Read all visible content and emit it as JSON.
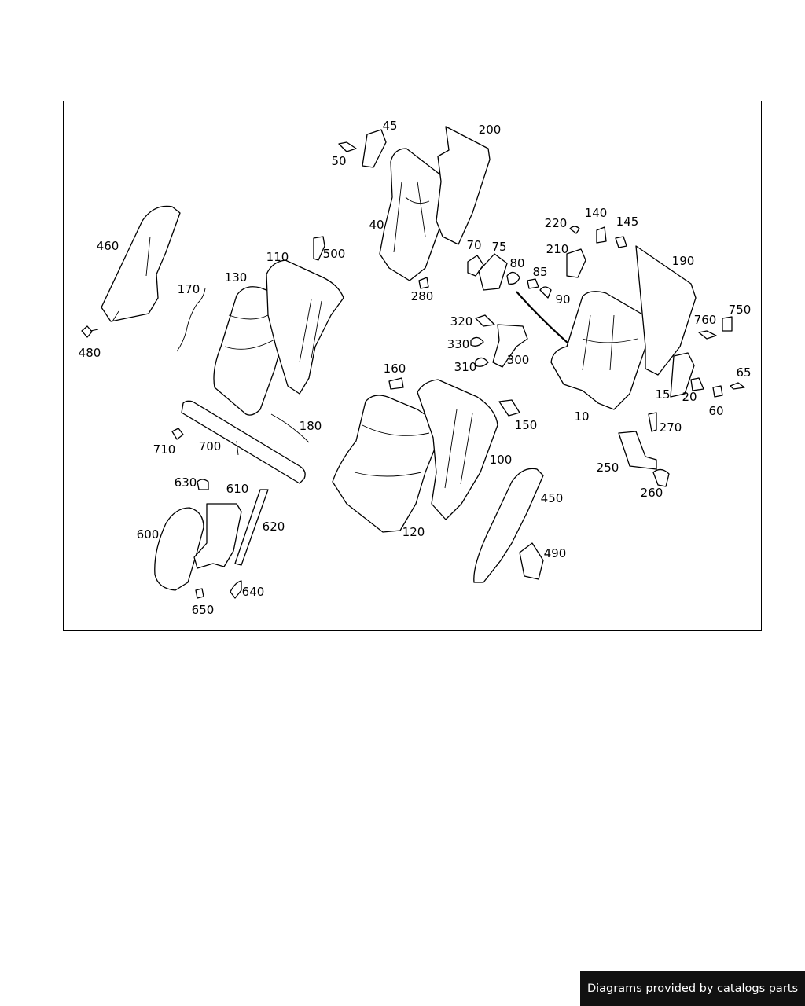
{
  "footer": {
    "credit": "Diagrams provided by catalogs parts"
  },
  "diagram": {
    "part_numbers": [
      "10",
      "15",
      "20",
      "40",
      "45",
      "50",
      "60",
      "65",
      "70",
      "75",
      "80",
      "85",
      "90",
      "100",
      "110",
      "120",
      "130",
      "140",
      "145",
      "150",
      "160",
      "170",
      "180",
      "190",
      "200",
      "210",
      "220",
      "250",
      "260",
      "270",
      "280",
      "300",
      "310",
      "320",
      "330",
      "450",
      "460",
      "480",
      "490",
      "500",
      "600",
      "610",
      "620",
      "630",
      "640",
      "650",
      "700",
      "710",
      "750",
      "760"
    ]
  }
}
